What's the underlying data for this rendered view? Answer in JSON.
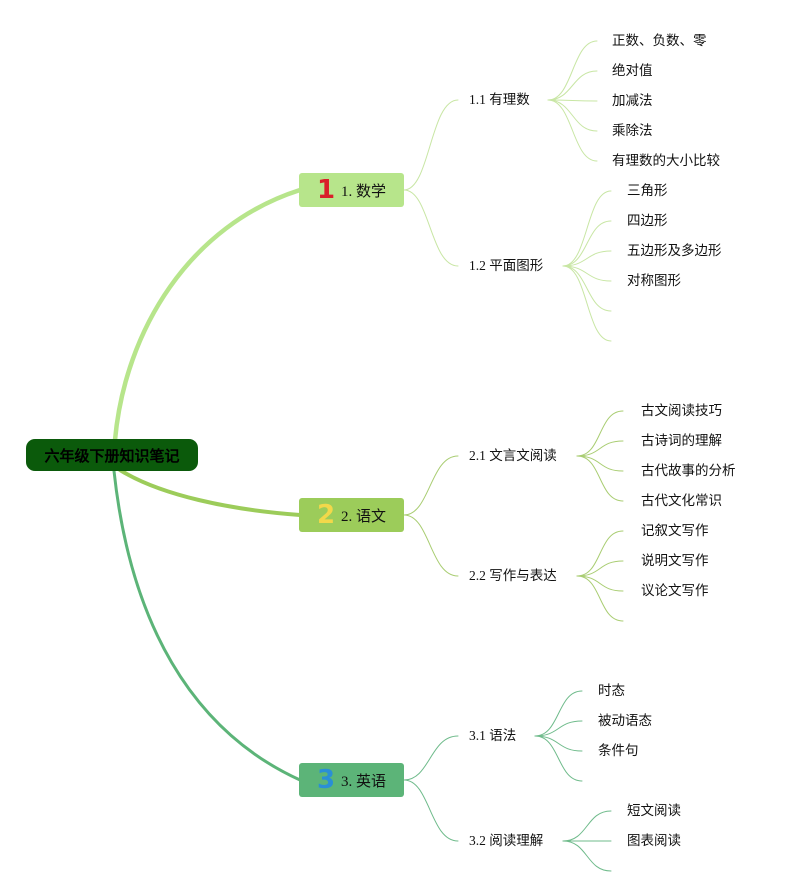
{
  "root": {
    "title": "六年级下册知识笔记"
  },
  "colors": {
    "root": "#0b5a0b",
    "math": "#b7e58b",
    "chinese": "#9ccc5a",
    "english": "#5cb478",
    "icon1": "#d9202a",
    "icon2": "#f2d84a",
    "icon3": "#2a8fd6"
  },
  "branches": [
    {
      "icon": "1",
      "label": "1. 数学",
      "topics": [
        {
          "label": "1.1 有理数",
          "leaves": [
            "正数、负数、零",
            "绝对值",
            "加减法",
            "乘除法",
            "有理数的大小比较"
          ]
        },
        {
          "label": "1.2 平面图形",
          "leaves": [
            "三角形",
            "四边形",
            "五边形及多边形",
            "对称图形",
            "",
            ""
          ]
        }
      ]
    },
    {
      "icon": "2",
      "label": "2. 语文",
      "topics": [
        {
          "label": "2.1 文言文阅读",
          "leaves": [
            "古文阅读技巧",
            "古诗词的理解",
            "古代故事的分析",
            "古代文化常识"
          ]
        },
        {
          "label": "2.2 写作与表达",
          "leaves": [
            "记叙文写作",
            "说明文写作",
            "议论文写作",
            ""
          ]
        }
      ]
    },
    {
      "icon": "3",
      "label": "3. 英语",
      "topics": [
        {
          "label": "3.1 语法",
          "leaves": [
            "时态",
            "被动语态",
            "条件句",
            ""
          ]
        },
        {
          "label": "3.2 阅读理解",
          "leaves": [
            "短文阅读",
            "图表阅读",
            ""
          ]
        }
      ]
    }
  ]
}
